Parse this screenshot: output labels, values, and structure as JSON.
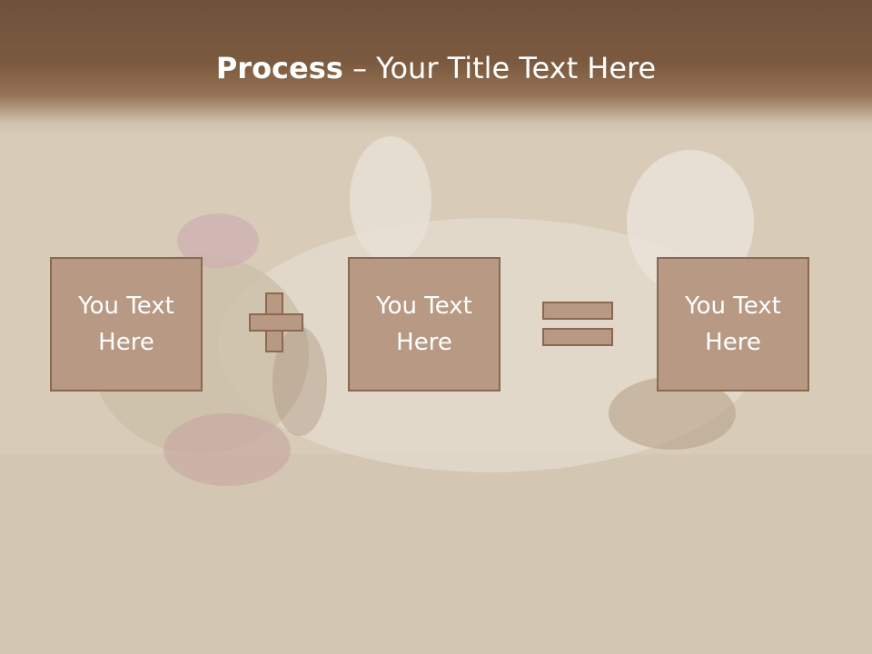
{
  "slide": {
    "title_bold": "Process",
    "title_rest": " – Your Title Text Here",
    "boxes": [
      "You Text\nHere",
      "You Text\nHere",
      "You Text\nHere"
    ],
    "operators": [
      "plus-icon",
      "equals-icon"
    ]
  },
  "colors": {
    "header": "#7b5a3f",
    "box_fill": "#b79984",
    "box_border": "#8a6852",
    "text": "#ffffff"
  }
}
